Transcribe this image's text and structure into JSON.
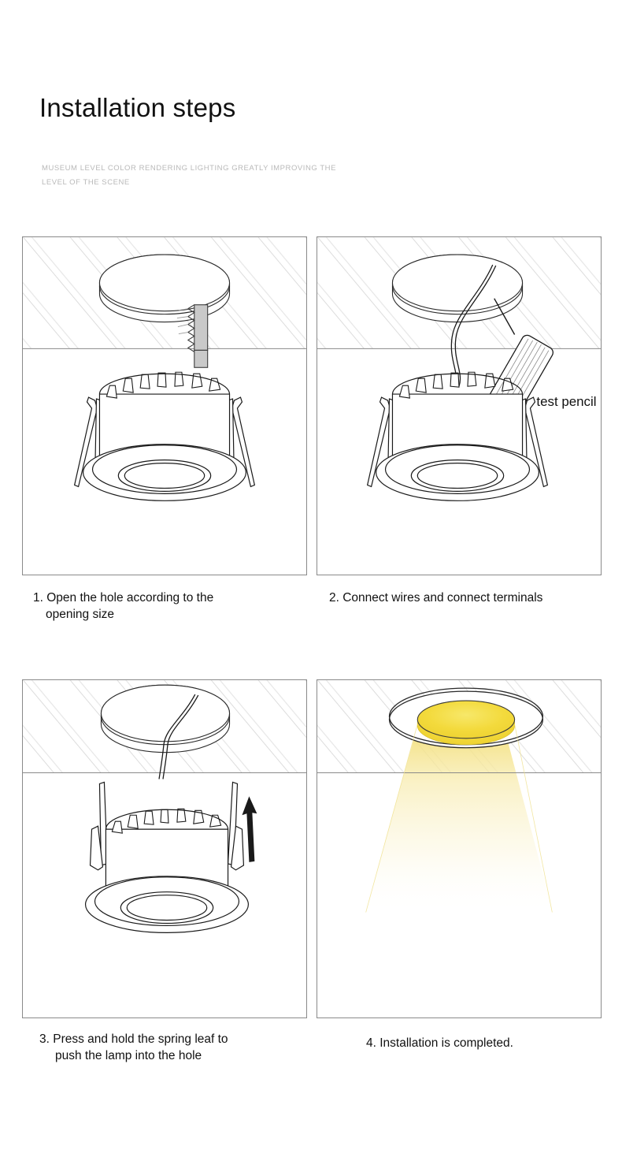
{
  "header": {
    "title": "Installation steps",
    "subtitle": "MUSEUM LEVEL COLOR RENDERING LIGHTING GREATLY IMPROVING THE LEVEL OF THE SCENE"
  },
  "steps": [
    {
      "number": "1.",
      "caption_line1": "1. Open the hole according to the",
      "caption_line2": "opening size",
      "illustration": "ceiling-hole-cut-with-saw-and-downlight",
      "annotation": ""
    },
    {
      "number": "2.",
      "caption_line1": "2. Connect wires and connect terminals",
      "caption_line2": "",
      "illustration": "wire-through-ceiling-hole-with-voltage-tester",
      "annotation": "test pencil"
    },
    {
      "number": "3.",
      "caption_line1": "3. Press and hold the spring leaf to",
      "caption_line2": "push the lamp into the hole",
      "illustration": "downlight-with-spring-clips-raised-and-up-arrow",
      "annotation": ""
    },
    {
      "number": "4.",
      "caption_line1": "4. Installation is completed.",
      "caption_line2": "",
      "illustration": "installed-downlight-emitting-light-beam",
      "annotation": ""
    }
  ],
  "colors": {
    "panel_border": "#8a8a8a",
    "line_art": "#1a1a1a",
    "ceiling_hatch": "#d8d8d8",
    "saw_blade_fill": "#c9c9c9",
    "lens_glow": "#f3da3c",
    "beam_light": "#f7e9a8",
    "subtitle_text": "#b9b9b9",
    "title_text": "#111111"
  }
}
